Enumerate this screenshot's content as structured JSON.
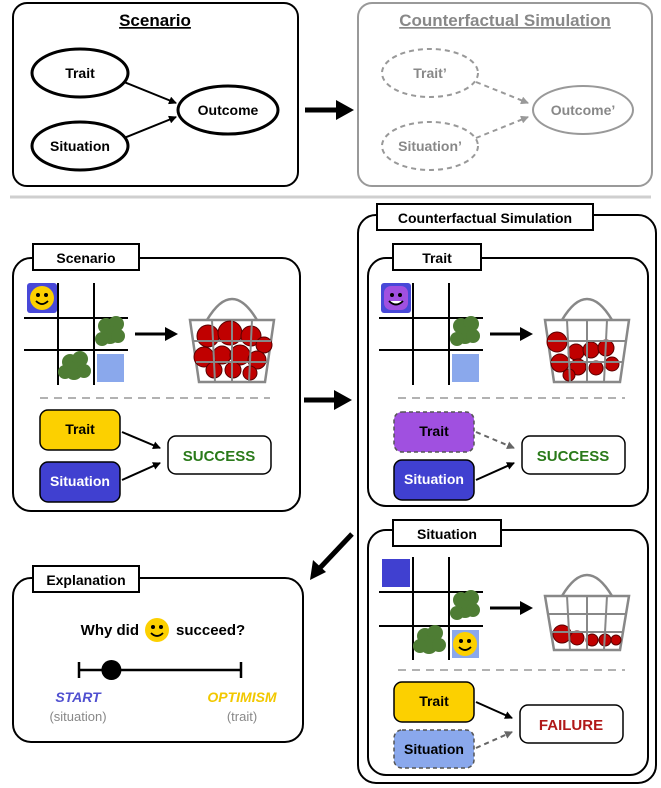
{
  "top_left": {
    "title": "Scenario",
    "trait": "Trait",
    "situation": "Situation",
    "outcome": "Outcome"
  },
  "top_right": {
    "title": "Counterfactual Simulation",
    "trait": "Trait’",
    "situation": "Situation’",
    "outcome": "Outcome’"
  },
  "scenario": {
    "title": "Scenario",
    "trait": "Trait",
    "situation": "Situation",
    "result": "SUCCESS"
  },
  "cf_panel": {
    "title": "Counterfactual Simulation",
    "trait_box": {
      "title": "Trait",
      "trait": "Trait",
      "situation": "Situation",
      "result": "SUCCESS"
    },
    "situation_box": {
      "title": "Situation",
      "trait": "Trait",
      "situation": "Situation",
      "result": "FAILURE"
    }
  },
  "explanation": {
    "title": "Explanation",
    "question_prefix": "Why did",
    "question_suffix": "succeed?",
    "left_label": "START",
    "left_sub": "(situation)",
    "right_label": "OPTIMISM",
    "right_sub": "(trait)",
    "slider_value": 0.2
  },
  "colors": {
    "trait_yellow": "#fcd000",
    "situation_blue": "#4040d0",
    "trait_purple": "#a050e0",
    "situation_lightblue": "#8aa8ec",
    "success_green": "#2a7a1a",
    "failure_red": "#b01818",
    "start_blue": "#5050d0",
    "optimism_yellow": "#f2c800",
    "bush_green": "#4e7d34",
    "fruit_red": "#c00000",
    "gray": "#999999"
  }
}
